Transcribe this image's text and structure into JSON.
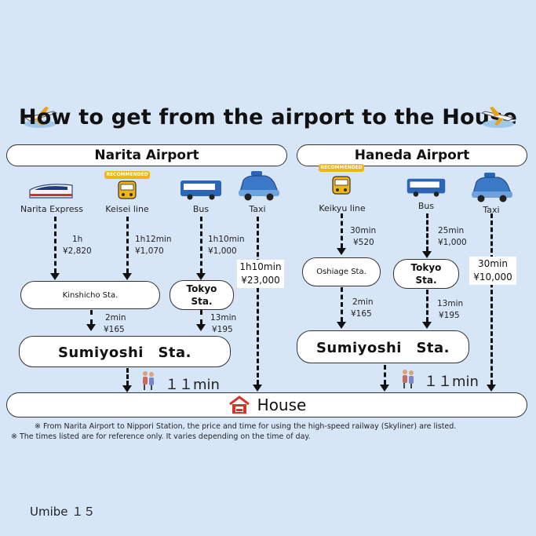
{
  "title": "How to get from the airport to the House",
  "narita": {
    "name": "Narita Airport",
    "modes": [
      {
        "label": "Narita Express",
        "time": "1h",
        "price": "¥2,820"
      },
      {
        "label": "Keisei line",
        "badge": "RECOMMENDED",
        "time": "1h12min",
        "price": "¥1,070"
      },
      {
        "label": "Bus",
        "time": "1h10min",
        "price": "¥1,000"
      },
      {
        "label": "Taxi",
        "time": "1h10min",
        "price": "¥23,000"
      }
    ],
    "kinshicho": "Kinshicho Sta.",
    "tokyo_line1": "Tokyo",
    "tokyo_line2": "Sta.",
    "leg2_left": {
      "time": "2min",
      "price": "¥165"
    },
    "leg2_right": {
      "time": "13min",
      "price": "¥195"
    },
    "sumiyoshi": "Sumiyoshi　Sta.",
    "walk": "１１min"
  },
  "haneda": {
    "name": "Haneda Airport",
    "modes": [
      {
        "label": "Keikyu line",
        "badge": "RECOMMENDED",
        "time": "30min",
        "price": "¥520"
      },
      {
        "label": "Bus",
        "time": "25min",
        "price": "¥1,000"
      },
      {
        "label": "Taxi",
        "time": "30min",
        "price": "¥10,000"
      }
    ],
    "oshiage": "Oshiage Sta.",
    "tokyo_line1": "Tokyo",
    "tokyo_line2": "Sta.",
    "leg2_left": {
      "time": "2min",
      "price": "¥165"
    },
    "leg2_right": {
      "time": "13min",
      "price": "¥195"
    },
    "sumiyoshi": "Sumiyoshi　Sta.",
    "walk": "１１min"
  },
  "house": "House",
  "notes": [
    "※ From Narita Airport to Nippori Station, the price and time for using the high-speed railway (Skyliner) are listed.",
    "※ The times listed are for reference only. It varies depending on the time of day."
  ],
  "credit": "Umibe １５",
  "icons": [
    "airplane-icon",
    "train-icon",
    "bus-icon",
    "taxi-icon",
    "house-icon",
    "walking-people-icon"
  ],
  "colors": {
    "background": "#d6e6f7",
    "house_icon": "#d9342b",
    "recommended": "#f0b417"
  }
}
